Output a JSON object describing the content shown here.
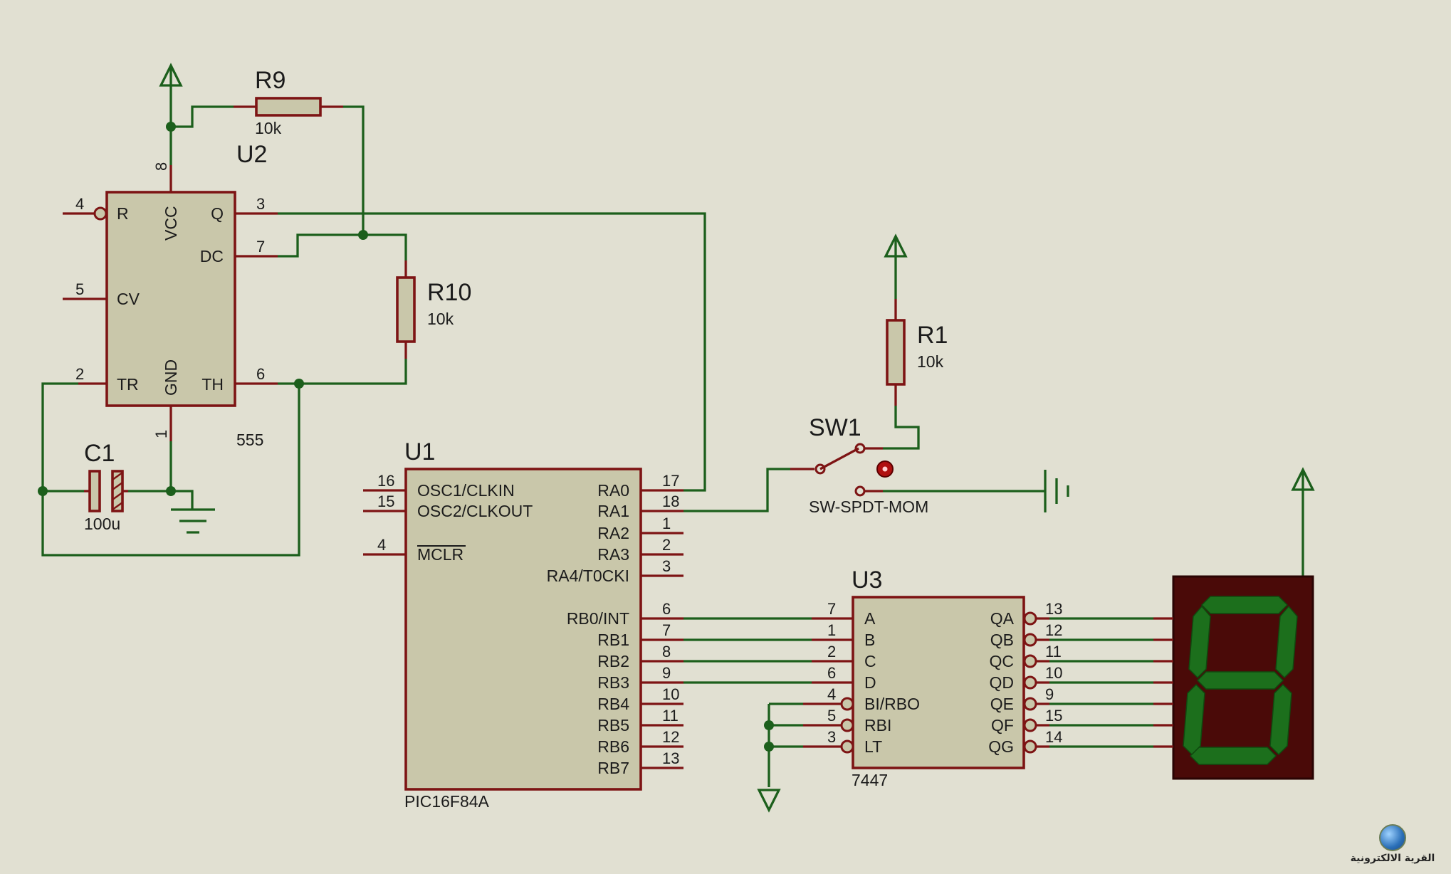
{
  "components": {
    "r9": {
      "ref": "R9",
      "value": "10k"
    },
    "r10": {
      "ref": "R10",
      "value": "10k"
    },
    "r1": {
      "ref": "R1",
      "value": "10k"
    },
    "c1": {
      "ref": "C1",
      "value": "100u"
    },
    "sw1": {
      "ref": "SW1",
      "value": "SW-SPDT-MOM"
    },
    "u2": {
      "ref": "U2",
      "part": "555",
      "pins": {
        "r": {
          "num": "4",
          "name": "R"
        },
        "cv": {
          "num": "5",
          "name": "CV"
        },
        "tr": {
          "num": "2",
          "name": "TR"
        },
        "vcc": {
          "num": "8",
          "name": "VCC"
        },
        "gnd": {
          "num": "1",
          "name": "GND"
        },
        "q": {
          "num": "3",
          "name": "Q"
        },
        "dc": {
          "num": "7",
          "name": "DC"
        },
        "th": {
          "num": "6",
          "name": "TH"
        }
      }
    },
    "u1": {
      "ref": "U1",
      "part": "PIC16F84A",
      "left_pins": [
        {
          "num": "16",
          "name": "OSC1/CLKIN"
        },
        {
          "num": "15",
          "name": "OSC2/CLKOUT"
        },
        {
          "num": "4",
          "name": "MCLR"
        }
      ],
      "right_pins": [
        {
          "num": "17",
          "name": "RA0"
        },
        {
          "num": "18",
          "name": "RA1"
        },
        {
          "num": "1",
          "name": "RA2"
        },
        {
          "num": "2",
          "name": "RA3"
        },
        {
          "num": "3",
          "name": "RA4/T0CKI"
        },
        {
          "num": "6",
          "name": "RB0/INT"
        },
        {
          "num": "7",
          "name": "RB1"
        },
        {
          "num": "8",
          "name": "RB2"
        },
        {
          "num": "9",
          "name": "RB3"
        },
        {
          "num": "10",
          "name": "RB4"
        },
        {
          "num": "11",
          "name": "RB5"
        },
        {
          "num": "12",
          "name": "RB6"
        },
        {
          "num": "13",
          "name": "RB7"
        }
      ]
    },
    "u3": {
      "ref": "U3",
      "part": "7447",
      "left_pins": [
        {
          "num": "7",
          "name": "A"
        },
        {
          "num": "1",
          "name": "B"
        },
        {
          "num": "2",
          "name": "C"
        },
        {
          "num": "6",
          "name": "D"
        },
        {
          "num": "4",
          "name": "BI/RBO"
        },
        {
          "num": "5",
          "name": "RBI"
        },
        {
          "num": "3",
          "name": "LT"
        }
      ],
      "right_pins": [
        {
          "num": "13",
          "name": "QA"
        },
        {
          "num": "12",
          "name": "QB"
        },
        {
          "num": "11",
          "name": "QC"
        },
        {
          "num": "10",
          "name": "QD"
        },
        {
          "num": "9",
          "name": "QE"
        },
        {
          "num": "15",
          "name": "QF"
        },
        {
          "num": "14",
          "name": "QG"
        }
      ]
    }
  },
  "display": {
    "segment_color": "#1c6f1c",
    "background_color": "#4a0a08"
  },
  "colors": {
    "wire": "#1c5f1c",
    "pin": "#7d1414",
    "body": "#c9c7aa",
    "background": "#e1e0d2"
  },
  "watermark": {
    "text": "القرية الالكترونية",
    "icon": "globe-logo-icon"
  }
}
